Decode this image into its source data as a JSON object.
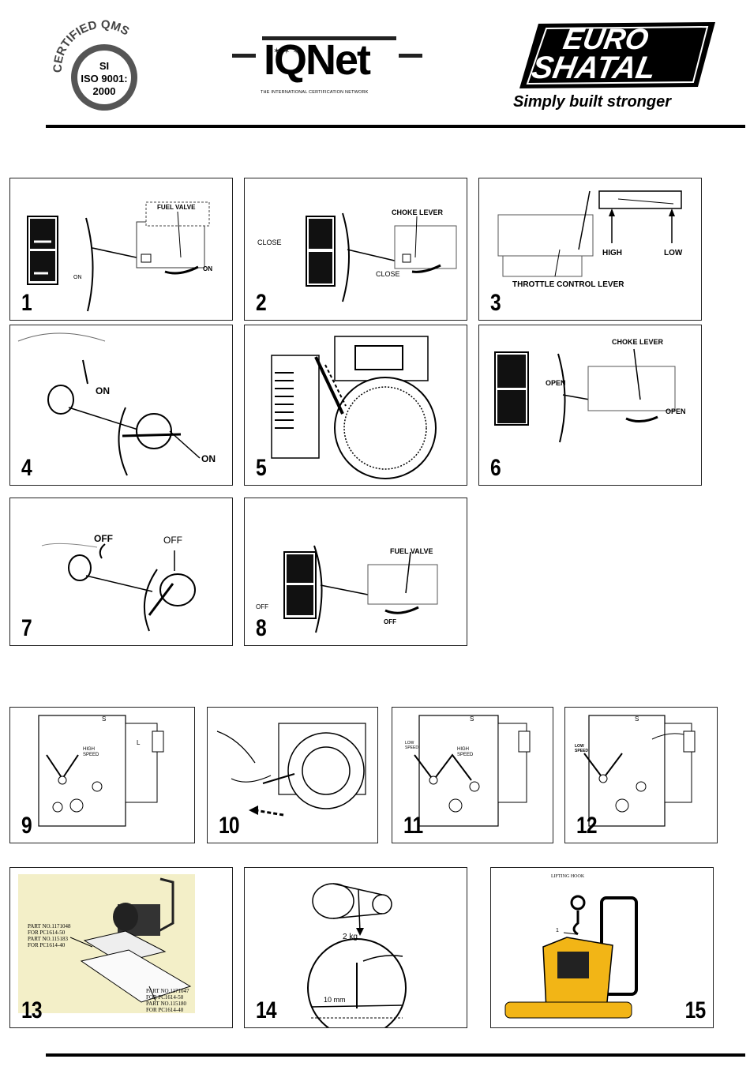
{
  "header": {
    "iso_badge": {
      "ring_text": "CERTIFIED QMS",
      "line1": "SI",
      "line2": "ISO 9001:",
      "line3": "2000"
    },
    "iqnet": {
      "name": "IQNet",
      "tagline": "THE INTERNATIONAL CERTIFICATION NETWORK"
    },
    "brand": {
      "line1": "EURO",
      "line2": "SHATAL",
      "slogan": "Simply built stronger"
    }
  },
  "figures": [
    {
      "number": "1",
      "labels": {
        "fuel_valve": "FUEL VALVE",
        "on_a": "ON",
        "on_b": "ON"
      }
    },
    {
      "number": "2",
      "labels": {
        "choke_lever": "CHOKE LEVER",
        "close_a": "CLOSE",
        "close_b": "CLOSE"
      }
    },
    {
      "number": "3",
      "labels": {
        "high": "HIGH",
        "low": "LOW",
        "throttle": "THROTTLE CONTROL LEVER"
      }
    },
    {
      "number": "4",
      "labels": {
        "on_a": "ON",
        "on_b": "ON"
      }
    },
    {
      "number": "5",
      "labels": {}
    },
    {
      "number": "6",
      "labels": {
        "choke_lever": "CHOKE LEVER",
        "open_a": "OPEN",
        "open_b": "OPEN"
      }
    },
    {
      "number": "7",
      "labels": {
        "off_a": "OFF",
        "off_b": "OFF"
      }
    },
    {
      "number": "8",
      "labels": {
        "fuel_valve": "FUEL VALVE",
        "off_a": "OFF",
        "off_b": "OFF"
      }
    },
    {
      "number": "9",
      "labels": {
        "high_speed": "HIGH SPEED",
        "s": "S",
        "l": "L"
      }
    },
    {
      "number": "10",
      "labels": {}
    },
    {
      "number": "11",
      "labels": {
        "low_speed": "LOW SPEED",
        "high_speed": "HIGH SPEED",
        "s": "S"
      }
    },
    {
      "number": "12",
      "labels": {
        "low_speed": "LOW SPEED",
        "s": "S"
      }
    },
    {
      "number": "13",
      "labels": {
        "part_a": "PART NO.1171048\nFOR PC1614-50\nPART NO.115183\nFOR PC1614-40",
        "part_b": "PART NO.1171047\nFOR PC1614-50\nPART NO.115180\nFOR PC1614-40"
      }
    },
    {
      "number": "14",
      "labels": {
        "weight": "2 kg",
        "distance": "10 mm"
      }
    },
    {
      "number": "15",
      "labels": {
        "lifting_hook": "LIFTING HOOK",
        "marker": "1"
      }
    }
  ],
  "colors": {
    "rule": "#000000",
    "brand_panel": "#000000",
    "illustration_bg_13": "#f3efc8",
    "machine_yellow": "#f2b516"
  }
}
